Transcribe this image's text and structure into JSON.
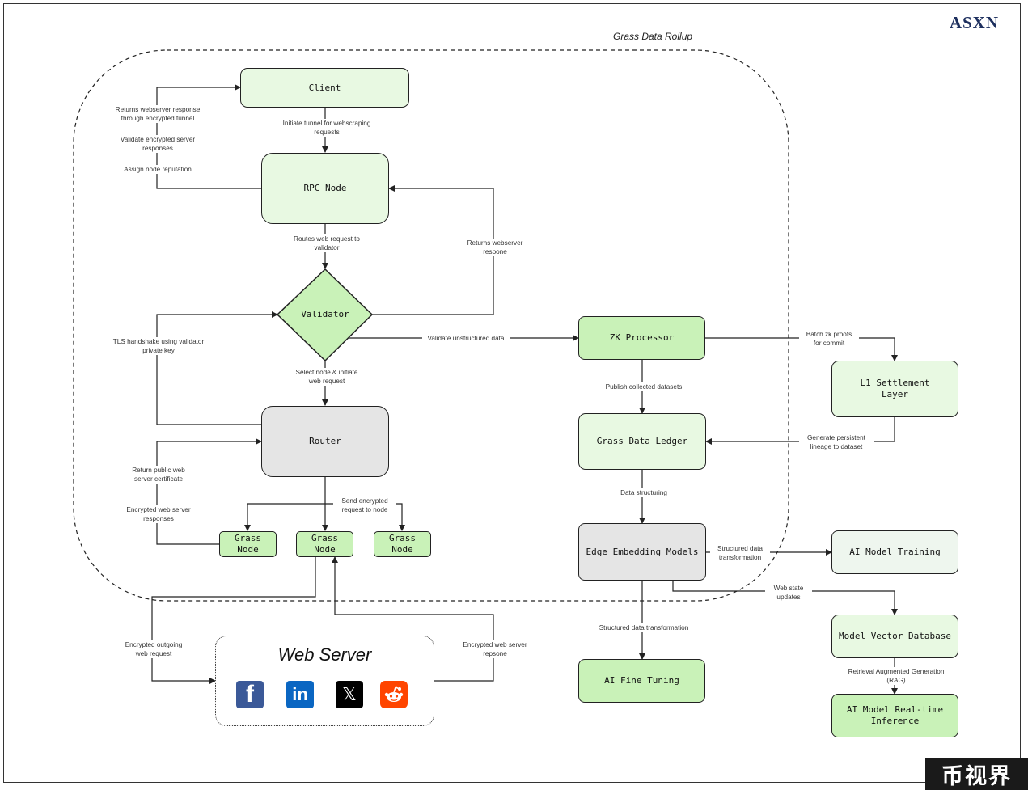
{
  "brand": "ASXN",
  "rollup_title": "Grass Data Rollup",
  "watermark": "币视界",
  "colors": {
    "green_node": "#e8f9e2",
    "bright_node": "#c9f2b8",
    "gray_node": "#e5e5e5",
    "brand": "#1d2f5e"
  },
  "nodes": {
    "client": "Client",
    "rpc": "RPC Node",
    "validator": "Validator",
    "router": "Router",
    "grass1": "Grass\nNode",
    "grass2": "Grass\nNode",
    "grass3": "Grass\nNode",
    "zk": "ZK Processor",
    "l1": "L1 Settlement\nLayer",
    "ledger": "Grass Data Ledger",
    "edge": "Edge Embedding Models",
    "training": "AI Model Training",
    "vector": "Model Vector Database",
    "finetune": "AI Fine Tuning",
    "inference": "AI Model Real-time\nInference"
  },
  "web_server": {
    "title": "Web Server",
    "icons": [
      "facebook-icon",
      "linkedin-icon",
      "x-icon",
      "reddit-icon"
    ],
    "icon_colors": [
      "#3b5998",
      "#0a66c2",
      "#000000",
      "#ff4500"
    ]
  },
  "labels": {
    "returns_response": "Returns webserver response\nthrough encrypted tunnel",
    "validate_encrypted": "Validate encrypted server\nresponses",
    "assign_reputation": "Assign node reputation",
    "initiate_tunnel": "Initiate tunnel for webscraping\nrequests",
    "routes_request": "Routes web request to\nvalidator",
    "returns_webserver_respone": "Returns webserver\nrespone",
    "tls_handshake": "TLS handshake using validator\nprivate key",
    "validate_unstructured": "Validate unstructured data",
    "select_node": "Select node & initiate\nweb request",
    "return_certificate": "Return public web\nserver certificate",
    "encrypted_responses": "Encrypted web server\nresponses",
    "send_encrypted": "Send encrypted\nrequest to node",
    "batch_proofs": "Batch zk proofs\nfor commit",
    "publish_datasets": "Publish collected datasets",
    "generate_lineage": "Generate persistent\nlineage to dataset",
    "data_structuring": "Data structuring",
    "structured_transformation": "Structured data\ntransformation",
    "web_state_updates": "Web state\nupdates",
    "structured_data_transformation": "Structured data transformation",
    "rag": "Retrieval Augmented Generation\n(RAG)",
    "encrypted_outgoing": "Encrypted outgoing\nweb request",
    "encrypted_repsone": "Encrypted web server\nrepsone"
  }
}
